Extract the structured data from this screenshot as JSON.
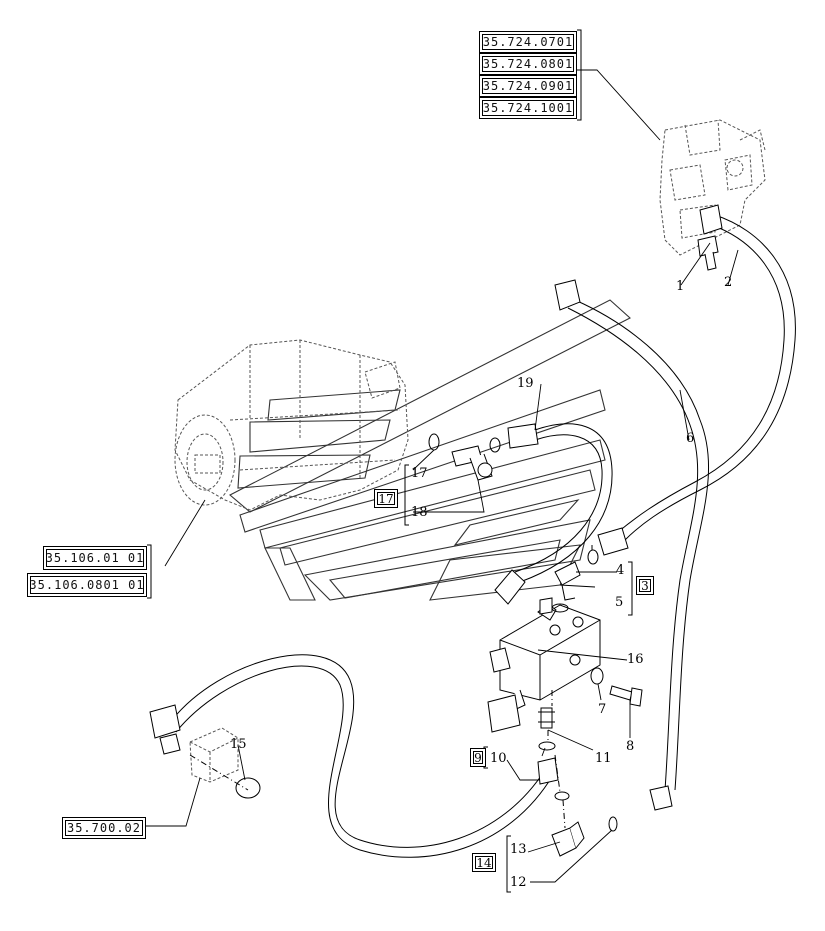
{
  "ref_boxes": {
    "valve_refs": [
      "35.724.0701",
      "35.724.0801",
      "35.724.0901",
      "35.724.1001"
    ],
    "pump_refs": [
      "35.106.01 01",
      "35.106.0801 01"
    ],
    "tank_ref": "35.700.02"
  },
  "groups": {
    "g17": "17",
    "g3": "3",
    "g9": "9",
    "g14": "14"
  },
  "callouts": {
    "c1": "1",
    "c2": "2",
    "c4": "4",
    "c5": "5",
    "c6": "6",
    "c7": "7",
    "c8": "8",
    "c10": "10",
    "c11": "11",
    "c12": "12",
    "c13": "13",
    "c15": "15",
    "c16": "16",
    "c17a": "17",
    "c18": "18",
    "c19": "19"
  }
}
